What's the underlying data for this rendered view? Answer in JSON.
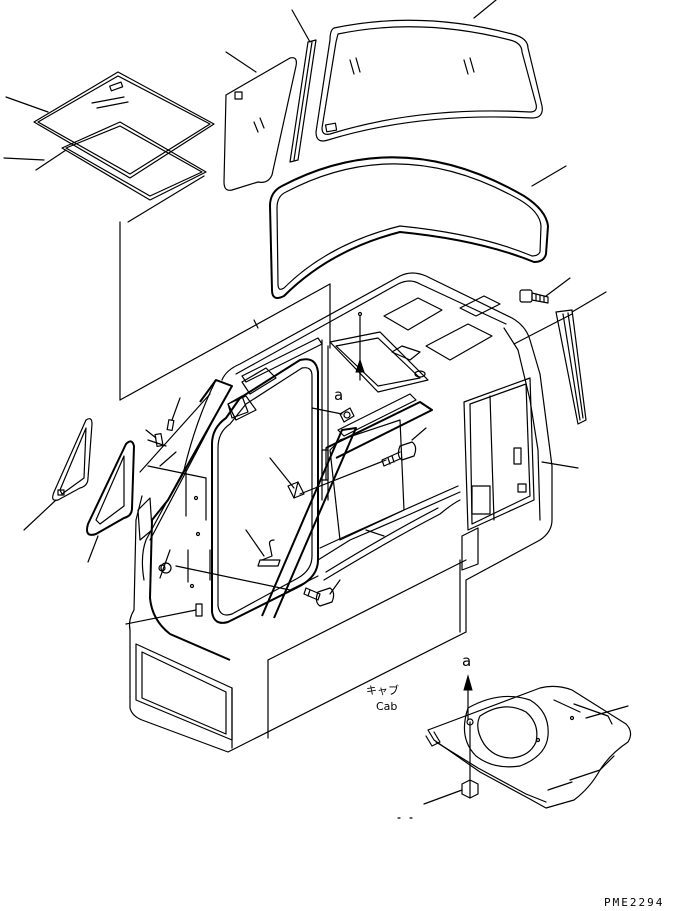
{
  "diagram": {
    "view_label_top": "a",
    "view_label_bottom": "a",
    "cab_label_jp": "キャブ",
    "cab_label_en": "Cab",
    "drawing_code": "PME2294"
  }
}
